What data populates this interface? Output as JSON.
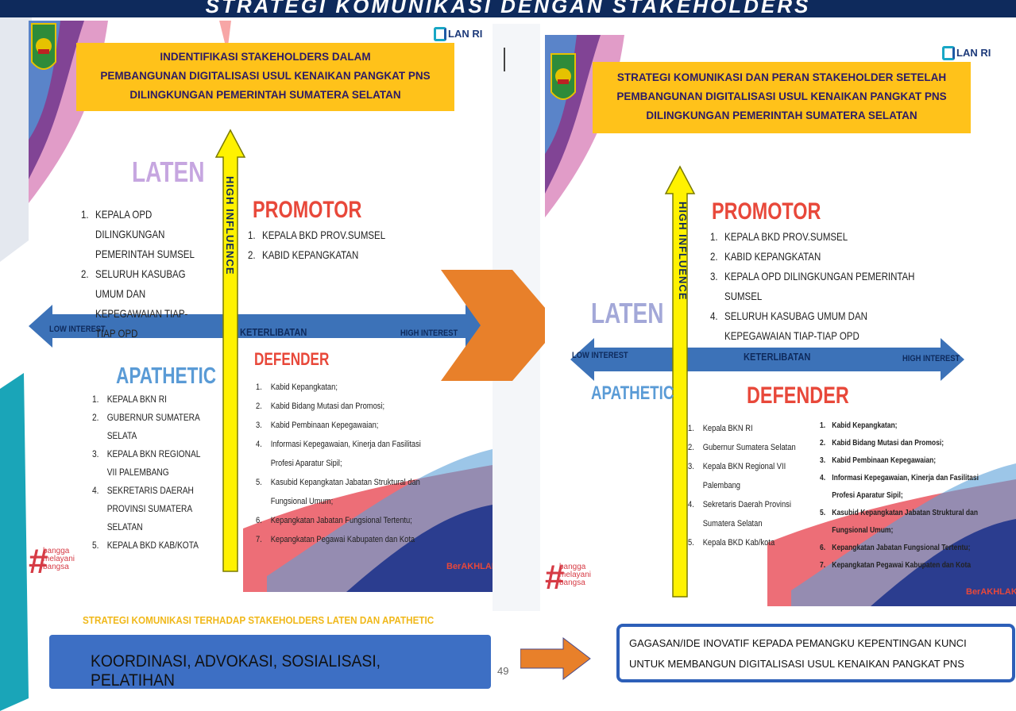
{
  "header": {
    "title": "STRATEGI KOMUNIKASI DENGAN STAKEHOLDERS"
  },
  "logo_text": "LAN RI",
  "left": {
    "title_lines": [
      "INDENTIFIKASI STAKEHOLDERS DALAM",
      "PEMBANGUNAN DIGITALISASI USUL KENAIKAN PANGKAT PNS",
      "DILINGKUNGAN PEMERINTAH SUMATERA SELATAN"
    ],
    "vertical": "HIGH INFLUENCE",
    "low": "LOW INTEREST",
    "high": "HIGH INTEREST",
    "center": "KETERLIBATAN",
    "laten": {
      "title": "LATEN",
      "items": [
        "KEPALA OPD DILINGKUNGAN PEMERINTAH SUMSEL",
        "SELURUH KASUBAG UMUM DAN KEPEGAWAIAN TIAP-TIAP OPD"
      ]
    },
    "promotor": {
      "title": "PROMOTOR",
      "items": [
        "KEPALA BKD PROV.SUMSEL",
        "KABID KEPANGKATAN"
      ]
    },
    "apathetic": {
      "title": "APATHETIC",
      "items": [
        "KEPALA BKN RI",
        "GUBERNUR SUMATERA SELATA",
        "KEPALA BKN REGIONAL VII PALEMBANG",
        "SEKRETARIS DAERAH PROVINSI SUMATERA SELATAN",
        "KEPALA BKD KAB/KOTA"
      ]
    },
    "defender": {
      "title": "DEFENDER",
      "items": [
        "Kabid Kepangkatan;",
        "Kabid Bidang Mutasi dan Promosi;",
        "Kabid Pembinaan Kepegawaian;",
        "Informasi Kepegawaian, Kinerja dan Fasilitasi Profesi Aparatur Sipil;",
        "Kasubid Kepangkatan Jabatan Struktural dan Fungsional Umum;",
        "Kepangkatan Jabatan Fungsional Tertentu;",
        "Kepangkatan Pegawai Kabupaten dan Kota"
      ]
    }
  },
  "right": {
    "title_lines": [
      "STRATEGI KOMUNIKASI DAN PERAN STAKEHOLDER SETELAH",
      "PEMBANGUNAN DIGITALISASI USUL KENAIKAN PANGKAT PNS",
      "DILINGKUNGAN PEMERINTAH SUMATERA SELATAN"
    ],
    "vertical": "HIGH INFLUENCE",
    "low": "LOW INTEREST",
    "high": "HIGH INTEREST",
    "center": "KETERLIBATAN",
    "laten": "LATEN",
    "apathetic": "APATHETIC",
    "promotor": {
      "title": "PROMOTOR",
      "items": [
        "KEPALA BKD PROV.SUMSEL",
        "KABID KEPANGKATAN",
        "KEPALA OPD DILINGKUNGAN PEMERINTAH SUMSEL",
        "SELURUH KASUBAG UMUM DAN KEPEGAWAIAN TIAP-TIAP OPD"
      ]
    },
    "defender": {
      "title": "DEFENDER",
      "left_items": [
        "Kepala BKN RI",
        "Gubernur Sumatera Selatan",
        "Kepala BKN Regional VII Palembang",
        "Sekretaris Daerah Provinsi Sumatera Selatan",
        "Kepala BKD Kab/kota"
      ],
      "right_items": [
        "Kabid Kepangkatan;",
        "Kabid Bidang Mutasi dan Promosi;",
        "Kabid Pembinaan Kepegawaian;",
        "Informasi Kepegawaian, Kinerja dan Fasilitasi Profesi Aparatur Sipil;",
        "Kasubid Kepangkatan Jabatan Struktural dan Fungsional Umum;",
        "Kepangkatan Jabatan Fungsional Tertentu;",
        "Kepangkatan Pegawai Kabupaten dan Kota"
      ]
    }
  },
  "footer": {
    "strategy_label": "STRATEGI KOMUNIKASI TERHADAP STAKEHOLDERS LATEN DAN APATHETIC",
    "koordinasi": "KOORDINASI, ADVOKASI, SOSIALISASI, PELATIHAN",
    "page_number": "49",
    "gagasan_lines": [
      "GAGASAN/IDE INOVATIF KEPADA PEMANGKU KEPENTINGAN KUNCI",
      "UNTUK MEMBANGUN DIGITALISASI USUL KENAIKAN PANGKAT PNS"
    ]
  },
  "bangga": {
    "hash": "#",
    "words": [
      "bangga",
      "melayani",
      "bangsa"
    ]
  },
  "berakhlak": "BerAKHLAK",
  "colors": {
    "navy": "#0e2a5c",
    "yellow_box": "#ffc21a",
    "arrow_blue": "#3c72b8",
    "orange": "#e8802a",
    "red": "#e8483a",
    "teal": "#1aa5b8"
  }
}
